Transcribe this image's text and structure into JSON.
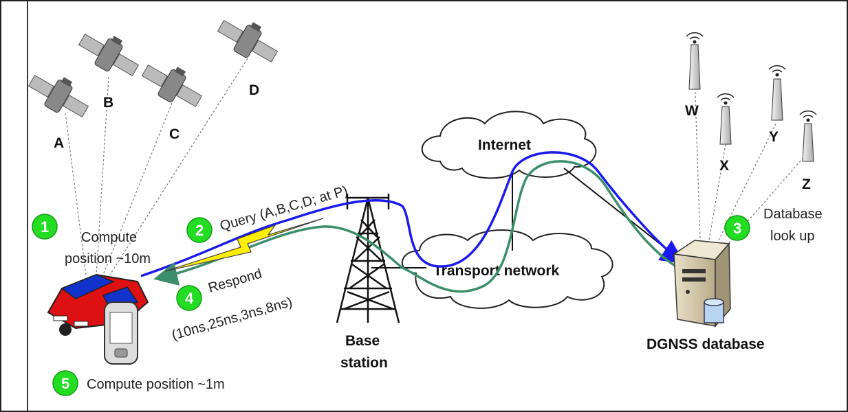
{
  "satellites": [
    {
      "label": "A"
    },
    {
      "label": "B"
    },
    {
      "label": "C"
    },
    {
      "label": "D"
    }
  ],
  "reference_stations": [
    {
      "label": "W"
    },
    {
      "label": "X"
    },
    {
      "label": "Y"
    },
    {
      "label": "Z"
    }
  ],
  "clouds": {
    "internet": "Internet",
    "transport": "Transport network"
  },
  "base_station": {
    "line1": "Base",
    "line2": "station"
  },
  "database": {
    "label": "DGNSS database"
  },
  "steps": [
    {
      "num": "1",
      "line1": "Compute",
      "line2": "position ~10m"
    },
    {
      "num": "2",
      "line1": "Query (A,B,C,D; at P)"
    },
    {
      "num": "3",
      "line1": "Database",
      "line2": "look up"
    },
    {
      "num": "4",
      "line1": "Respond",
      "line2": "(10ns,25ns,3ns,8ns)"
    },
    {
      "num": "5",
      "line1": "Compute position ~1m"
    }
  ],
  "colors": {
    "query_path": "#1a1aee",
    "respond_path": "#3a8f6a",
    "step_badge": "#22dd22",
    "car_red": "#dd1111",
    "car_blue": "#1133cc",
    "lightning": "#ffee00"
  }
}
